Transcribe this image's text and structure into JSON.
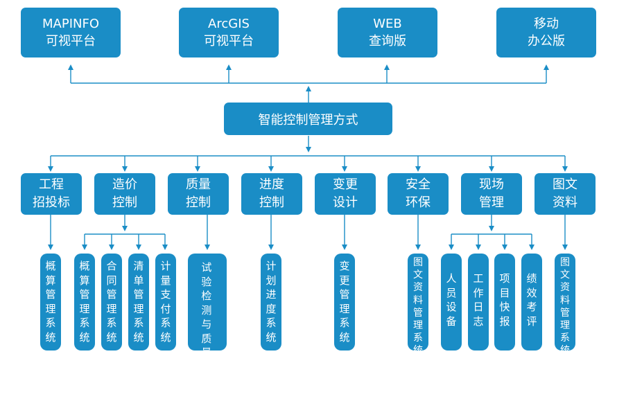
{
  "platforms": [
    {
      "line1": "MAPINFO",
      "line2": "可视平台"
    },
    {
      "line1": "ArcGIS",
      "line2": "可视平台"
    },
    {
      "line1": "WEB",
      "line2": "查询版"
    },
    {
      "line1": "移动",
      "line2": "办公版"
    }
  ],
  "center": "智能控制管理方式",
  "categories": [
    {
      "line1": "工程",
      "line2": "招投标"
    },
    {
      "line1": "造价",
      "line2": "控制"
    },
    {
      "line1": "质量",
      "line2": "控制"
    },
    {
      "line1": "进度",
      "line2": "控制"
    },
    {
      "line1": "变更",
      "line2": "设计"
    },
    {
      "line1": "安全",
      "line2": "环保"
    },
    {
      "line1": "现场",
      "line2": "管理"
    },
    {
      "line1": "图文",
      "line2": "资料"
    }
  ],
  "leaves": [
    "概算管理系统",
    "概算管理系统",
    "合同管理系统",
    "清单管理系统",
    "计量支付系统",
    "试验检测与质量评定系统",
    "计划进度系统",
    "变更管理系统",
    "图文资料管理系统",
    "人员设备",
    "工作日志",
    "项目快报",
    "绩效考评",
    "图文资料管理系统"
  ]
}
